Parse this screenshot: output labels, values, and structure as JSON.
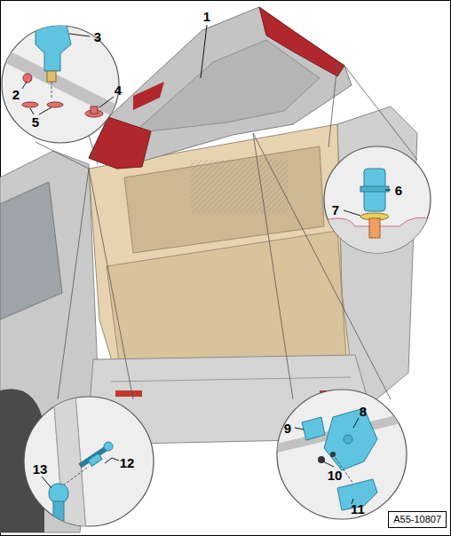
{
  "diagram": {
    "nodes": [
      {
        "text": [
          "A55-10807"
        ]
      }
    ],
    "labels": [
      "1",
      "2",
      "3",
      "4",
      "5",
      "6",
      "7",
      "8",
      "9",
      "10",
      "11",
      "12",
      "13"
    ]
  }
}
